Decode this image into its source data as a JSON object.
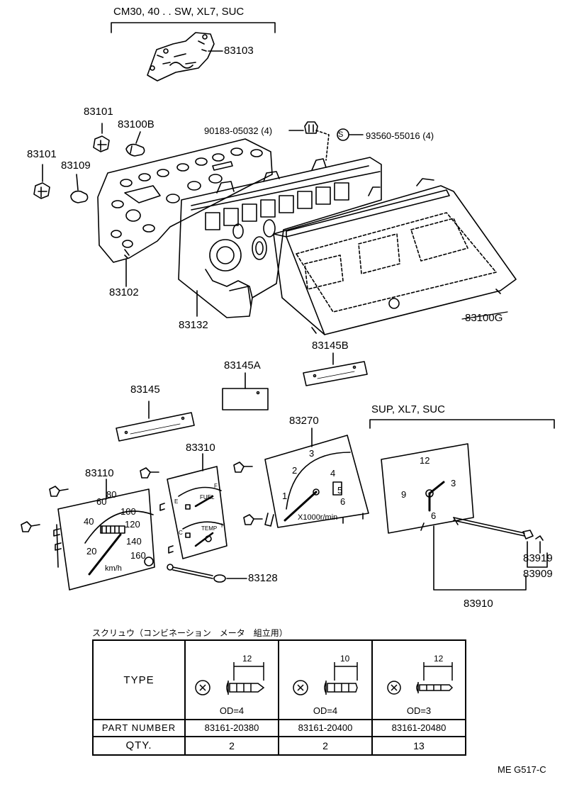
{
  "variants": {
    "top": "CM30, 40 . . SW, XL7, SUC",
    "clock": "SUP, XL7, SUC"
  },
  "parts": {
    "p83103": "83103",
    "p83101a": "83101",
    "p83100b": "83100B",
    "p83101b": "83101",
    "p83109": "83109",
    "p90183": "90183-05032 (4)",
    "p93560": "93560-55016 (4)",
    "p83102": "83102",
    "p83132": "83132",
    "p83100g": "83100G",
    "p83145b": "83145B",
    "p83145a": "83145A",
    "p83145": "83145",
    "p83270": "83270",
    "p83310": "83310",
    "p83110": "83110",
    "p83128": "83128",
    "p83919": "83919",
    "p83909": "83909",
    "p83910": "83910"
  },
  "gauges": {
    "speedo_ticks": [
      "60",
      "80",
      "100",
      "120",
      "40",
      "140",
      "20",
      "160"
    ],
    "speedo_unit": "km/h",
    "tacho_ticks": [
      "2",
      "3",
      "4",
      "1",
      "5",
      "6"
    ],
    "tacho_unit": "X1000r/min",
    "clock_ticks": [
      "12",
      "3",
      "9",
      "6"
    ],
    "fuel": "FUEL",
    "temp": "TEMP",
    "fuel_f": "F",
    "fuel_e": "E",
    "temp_h": "H",
    "temp_c": "C",
    "clip_s": "S"
  },
  "table": {
    "title": "スクリュウ（コンビネーション　メータ　組立用）",
    "type_label": "TYPE",
    "part_number_label": "PART NUMBER",
    "qty_label": "QTY.",
    "columns": [
      {
        "dim": "12",
        "od": "OD=4",
        "part_number": "83161-20380",
        "qty": "2"
      },
      {
        "dim": "10",
        "od": "OD=4",
        "part_number": "83161-20400",
        "qty": "2"
      },
      {
        "dim": "12",
        "od": "OD=3",
        "part_number": "83161-20480",
        "qty": "13"
      }
    ]
  },
  "doc_code": "ME  G517-C"
}
